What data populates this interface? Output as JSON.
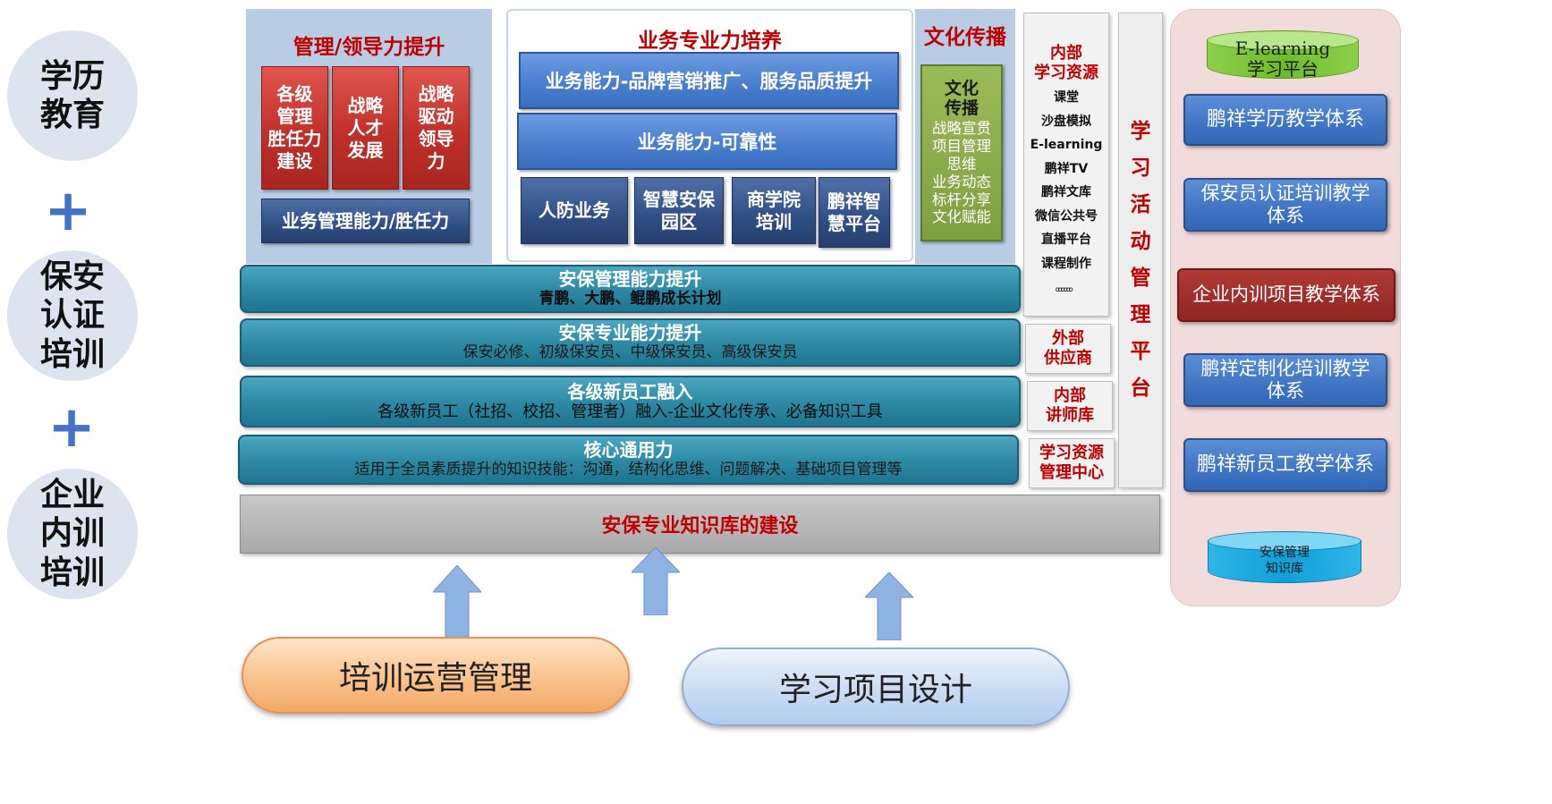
{
  "left": {
    "circle1": "学历\n教育",
    "plus1": "+",
    "circle2": "保安\n认证\n培训",
    "plus2": "+",
    "circle3": "企业\n内训\n培训"
  },
  "management": {
    "title": "管理/领导力提升",
    "boxes": [
      "各级\n管理\n胜任力\n建设",
      "战略\n人才\n发展",
      "战略\n驱动\n领导\n力"
    ],
    "bottom": "业务管理能力/胜任力"
  },
  "business": {
    "title": "业务专业力培养",
    "bar1": "业务能力-品牌营销推广、服务品质提升",
    "bar2": "业务能力-可靠性",
    "boxes": [
      "人防业务",
      "智慧安保\n园区",
      "商学院\n培训",
      "鹏祥智\n慧平台"
    ]
  },
  "culture": {
    "title": "文化传播",
    "box_title": "文化\n传播",
    "box_items": [
      "战略宣贯",
      "项目管理",
      "思维",
      "业务动态",
      "标杆分享",
      "文化赋能"
    ]
  },
  "layers": [
    {
      "title": "安保管理能力提升",
      "sub": "青鹏、大鹏、鲲鹏成长计划"
    },
    {
      "title": "安保专业能力提升",
      "sub": "保安必修、初级保安员、中级保安员、高级保安员"
    },
    {
      "title": "各级新员工融入",
      "sub": "各级新员工（社招、校招、管理者）融入-企业文化传承、必备知识工具"
    },
    {
      "title": "核心通用力",
      "sub": "适用于全员素质提升的知识技能：沟通，结构化思维、问题解决、基础项目管理等"
    }
  ],
  "resources": {
    "title": "内部\n学习资源",
    "items": [
      "课堂",
      "沙盘模拟",
      "E-learning",
      "鹏祥TV",
      "鹏祥文库",
      "微信公共号",
      "直播平台",
      "课程制作",
      "。。。。。。"
    ],
    "boxes": [
      "外部\n供应商",
      "内部\n讲师库",
      "学习资源\n管理中心"
    ]
  },
  "platform": {
    "chars": [
      "学",
      "习",
      "活",
      "动",
      "管",
      "理",
      "平",
      "台"
    ]
  },
  "right": {
    "elearning": "E-learning\n学习平台",
    "boxes": [
      "鹏祥学历教学体系",
      "保安员认证培训教学\n体系",
      "企业内训项目教学体系",
      "鹏祥定制化培训教学\n体系",
      "鹏祥新员工教学体系"
    ],
    "kb": "安保管理\n知识库"
  },
  "foundation": "安保专业知识库的建设",
  "bottom": {
    "left": "培训运营管理",
    "right": "学习项目设计"
  },
  "colors": {
    "accent_red": "#c00000",
    "teal": "#2f8aa6",
    "navy": "#2f4f85",
    "panel_blue": "#b8cce4",
    "olive": "#7fa03f",
    "pink_panel": "#f2dcdb"
  }
}
